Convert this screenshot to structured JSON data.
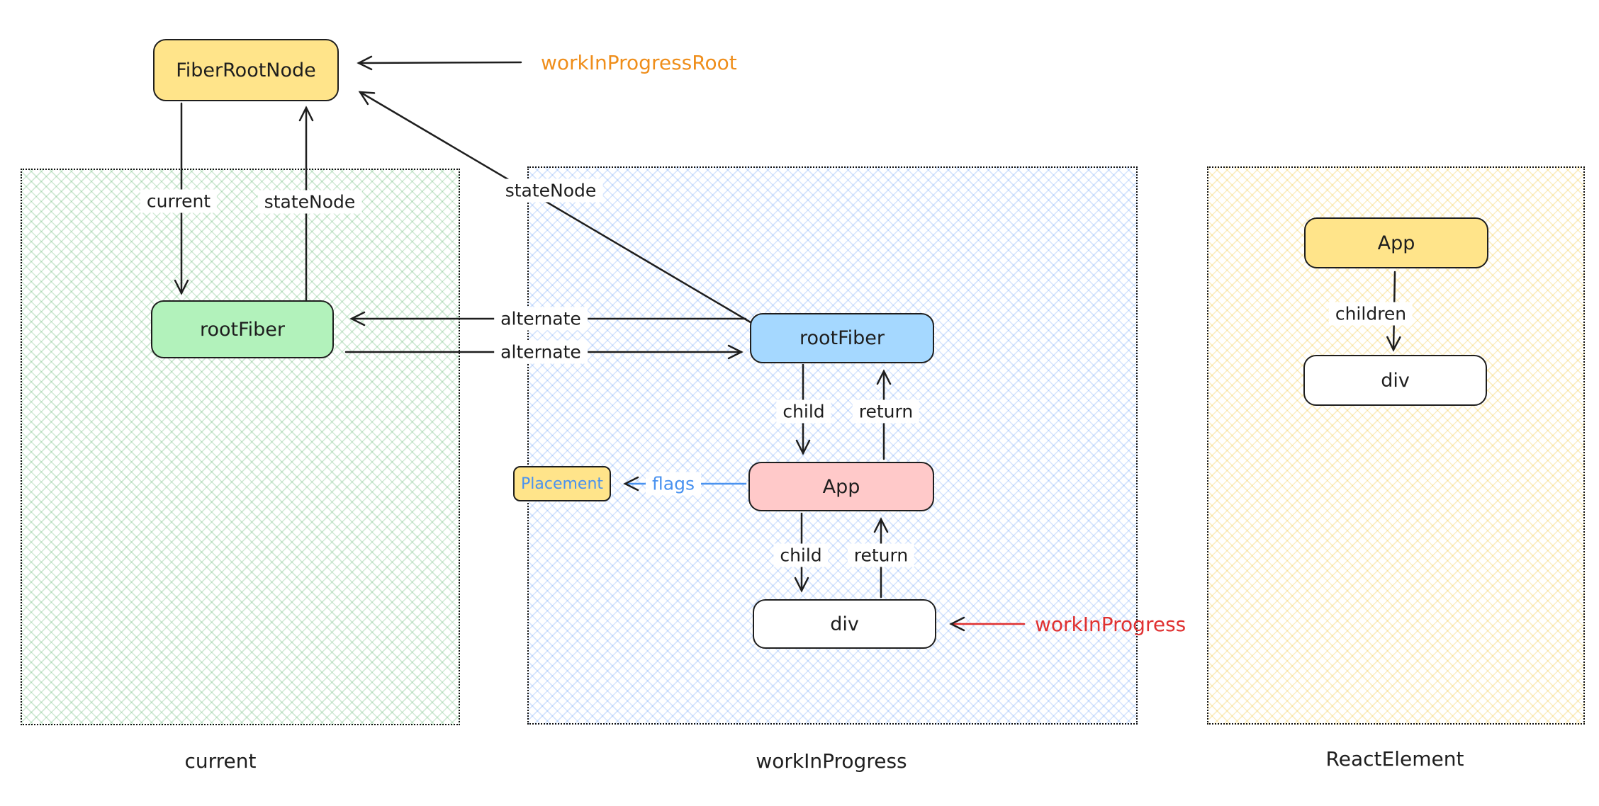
{
  "diagram": {
    "fiber_root": {
      "label": "FiberRootNode"
    },
    "current_tree": {
      "container_label": "current",
      "root_fiber": "rootFiber"
    },
    "wip_tree": {
      "container_label": "workInProgress",
      "root_fiber": "rootFiber",
      "app": "App",
      "div": "div",
      "placement": "Placement"
    },
    "react_element_tree": {
      "container_label": "ReactElement",
      "app": "App",
      "div": "div"
    },
    "edges": {
      "current": "current",
      "state_node_left": "stateNode",
      "state_node_wip": "stateNode",
      "alternate_to_current": "alternate",
      "alternate_to_wip": "alternate",
      "child_upper": "child",
      "return_upper": "return",
      "child_lower": "child",
      "return_lower": "return",
      "flags": "flags",
      "children": "children"
    },
    "annotations": {
      "work_in_progress_root": "workInProgressRoot",
      "work_in_progress": "workInProgress"
    },
    "colors": {
      "yellow_fill": "#ffe48a",
      "green_fill": "#b2f2bb",
      "blue_fill": "#a5d8ff",
      "pink_fill": "#ffc9c9",
      "white_fill": "#ffffff",
      "orange_text": "#ef8e1b",
      "red_accent": "#e03131",
      "blue_accent": "#4992f0",
      "stroke": "#1e1e1e"
    }
  }
}
